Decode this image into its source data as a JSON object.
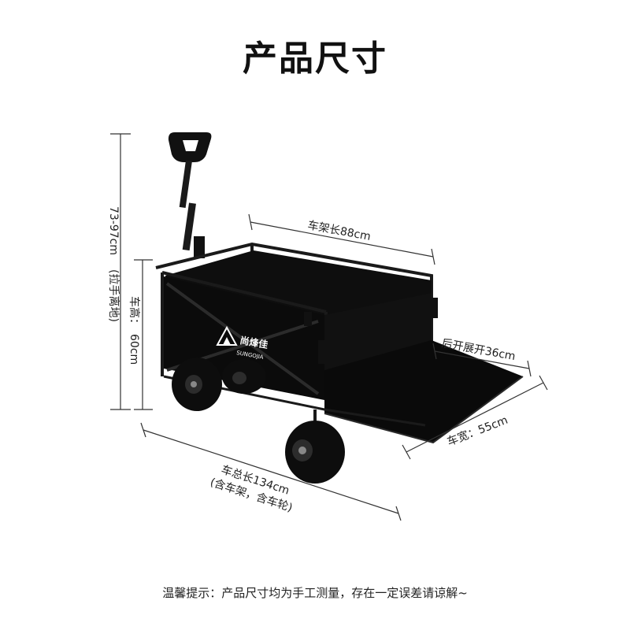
{
  "page_title": "产品尺寸",
  "brand": {
    "name": "尚烽佳",
    "sub": "SUNGOJIA"
  },
  "dimensions": {
    "frame_length": "车架长88cm",
    "rear_open": "后开展开36cm",
    "width": "车宽：55cm",
    "total_length": "车总长134cm",
    "total_length_note": "(含车架，含车轮)",
    "height_label": "车高：",
    "height_value": "60cm",
    "handle_range": "73-97cm",
    "handle_note": "(拉手离地)"
  },
  "footer_note": "温馨提示：产品尺寸均为手工测量，存在一定误差请谅解~",
  "colors": {
    "cart_body": "#0b0b0b",
    "frame": "#1a1a1a",
    "dimension_lines": "#333333"
  }
}
